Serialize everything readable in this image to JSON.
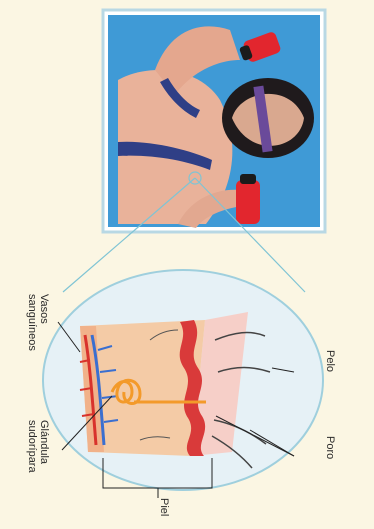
{
  "labels": {
    "vasos_line1": "Vasos",
    "vasos_line2": "sanguíneos",
    "glandula_line1": "Glándula",
    "glandula_line2": "sudorípara",
    "pelo": "Pelo",
    "poro": "Poro",
    "piel": "Piel"
  },
  "colors": {
    "page_bg": "#fbf6e3",
    "sky": "#3f9ad6",
    "circle_fill": "#e6f1f6",
    "connector": "#7fc4d4",
    "skin_surface": "#f6cfc8",
    "dermis": "#f4cba6",
    "epidermis_red": "#d93a3a",
    "gland": "#f39a2a",
    "vessel_blue": "#3a6fd0",
    "vessel_red": "#d8322c",
    "headband": "#6a4a9a",
    "bottle": "#e2262e"
  }
}
